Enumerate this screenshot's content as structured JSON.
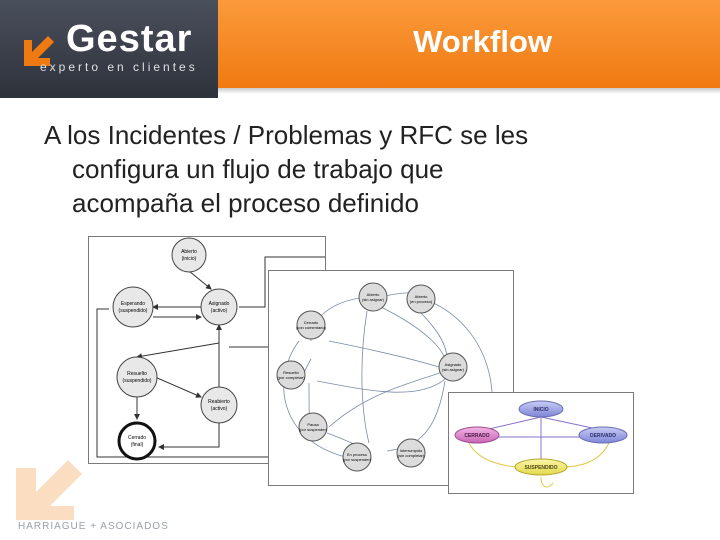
{
  "logo": {
    "word": "Gestar",
    "tagline": "experto en clientes"
  },
  "slide": {
    "title": "Workflow",
    "body_line1": "A los Incidentes / Problemas y RFC se les",
    "body_line2": "configura un flujo de trabajo que",
    "body_line3": "acompaña el proceso definido"
  },
  "footer": {
    "text": "HARRIAGUE + ASOCIADOS"
  },
  "diagram1": {
    "node_abierto": "Abierto",
    "node_abierto_sub": "(inicio)",
    "node_esperando": "Esperando",
    "node_esperando_sub": "(suspendido)",
    "node_asignado": "Asignado",
    "node_asignado_sub": "(activo)",
    "node_resuelto": "Resuelto",
    "node_resuelto_sub": "(suspendido)",
    "node_reabierto": "Reabierto",
    "node_reabierto_sub": "(activo)",
    "node_cerrado": "Cerrado",
    "node_cerrado_sub": "(final)"
  },
  "diagram2": {
    "n1": "Abierto",
    "n1s": "(sin asignar)",
    "n2": "Abierto",
    "n2s": "(en proceso)",
    "n3": "Cerrado",
    "n3s": "(con comentario)",
    "n4": "Asignado",
    "n4s": "(sin asignar)",
    "n5": "Resuelto",
    "n5s": "(por completar)",
    "n6": "Pausa",
    "n6s": "(por suspender)",
    "n7": "Interrumpido",
    "n7s": "(sin completar)",
    "n8": "En proceso",
    "n8s": "(por suspender)"
  },
  "diagram3": {
    "inicio": "INICIO",
    "cerrado": "CERRADO",
    "derivado": "DERIVADO",
    "suspendido": "SUSPENDIDO"
  },
  "colors": {
    "orange": "#f07a12",
    "dark": "#2e323b",
    "logo_arrow": "#f07a12"
  }
}
